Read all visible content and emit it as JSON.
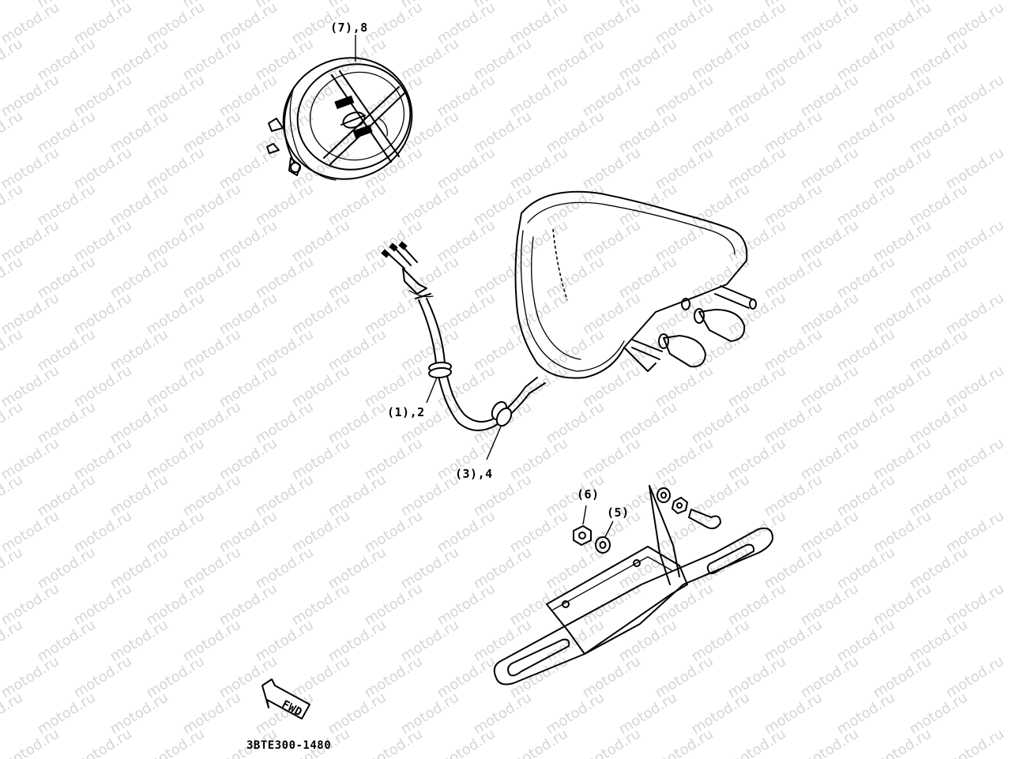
{
  "diagram": {
    "watermark": "motod.ru",
    "callouts": {
      "meter": "(7),8",
      "cord": "(1),2",
      "grommet": "(3),4",
      "washer": "(5)",
      "nut": "(6)"
    },
    "fwd_label": "FWD",
    "figure_code": "3BTE300-1480"
  }
}
